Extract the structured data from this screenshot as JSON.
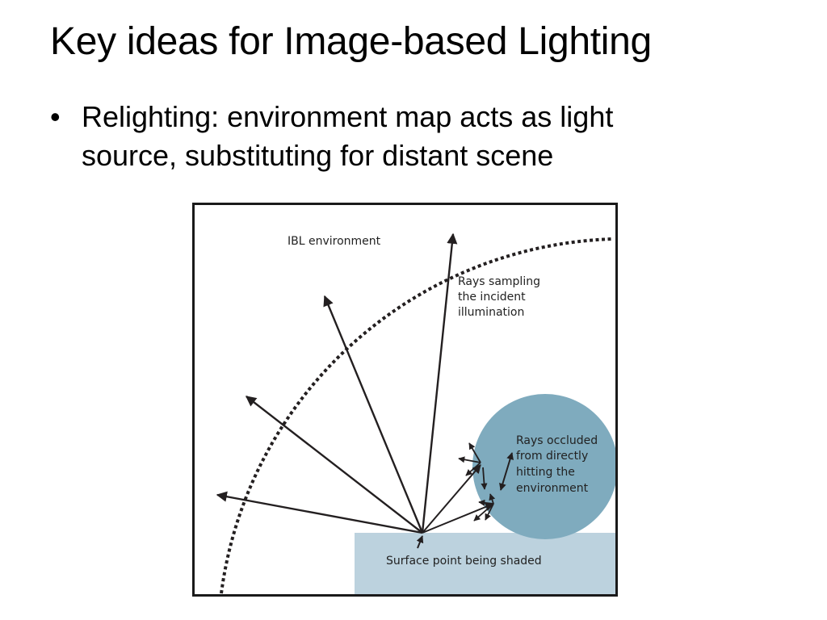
{
  "slide": {
    "title": "Key ideas for Image-based Lighting",
    "bullets": [
      {
        "marker": "•",
        "lines": [
          "Relighting: environment map acts as light",
          "source, substituting for distant scene"
        ]
      }
    ]
  },
  "figure": {
    "labels": {
      "environment": "IBL environment",
      "rays_sampling": [
        "Rays sampling",
        "the incident",
        "illumination"
      ],
      "rays_occluded": [
        "Rays occluded",
        "from directly",
        "hitting the",
        "environment"
      ],
      "surface_point": "Surface point being shaded"
    },
    "colors": {
      "occluder": "#7fabbe",
      "surface": "#bcd2de",
      "ink": "#231f20",
      "frame": "#1a1a1a"
    }
  }
}
